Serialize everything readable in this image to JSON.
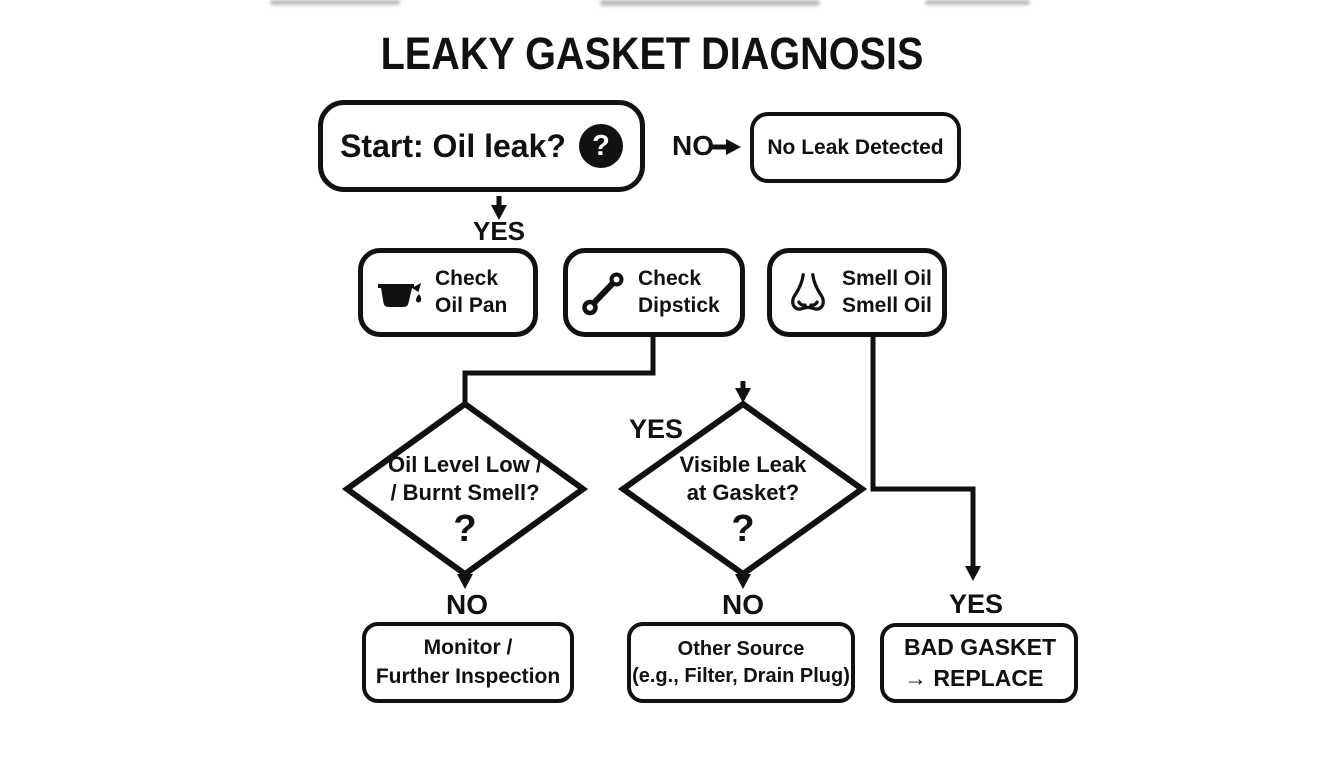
{
  "title": "LEAKY GASKET DIAGNOSIS",
  "colors": {
    "ink": "#111111",
    "background": "#ffffff"
  },
  "start": {
    "label": "Start: Oil leak?",
    "icon_glyph": "?"
  },
  "branch_no": {
    "label": "NO",
    "result": "No Leak Detected"
  },
  "branch_yes": {
    "label": "YES"
  },
  "checks": [
    {
      "icon": "oil-pan-icon",
      "line1": "Check",
      "line2": "Oil Pan"
    },
    {
      "icon": "dipstick-icon",
      "line1": "Check",
      "line2": "Dipstick"
    },
    {
      "icon": "nose-icon",
      "line1": "Smell Oil",
      "line2": "Smell Oil"
    }
  ],
  "decision1": {
    "line1": "Oil Level Low /",
    "line2": "/ Burnt Smell?",
    "mark": "?",
    "no_label": "NO"
  },
  "decision2": {
    "entry_label": "YES",
    "line1": "Visible Leak",
    "line2": "at Gasket?",
    "mark": "?",
    "no_label": "NO"
  },
  "gasket": {
    "yes_label": "YES"
  },
  "outcomes": {
    "monitor": {
      "line1": "Monitor /",
      "line2": "Further Inspection"
    },
    "other": {
      "line1": "Other Source",
      "line2": "(e.g., Filter, Drain Plug)"
    },
    "replace": {
      "line1": "BAD GASKET",
      "line2": "→ REPLACE"
    }
  }
}
